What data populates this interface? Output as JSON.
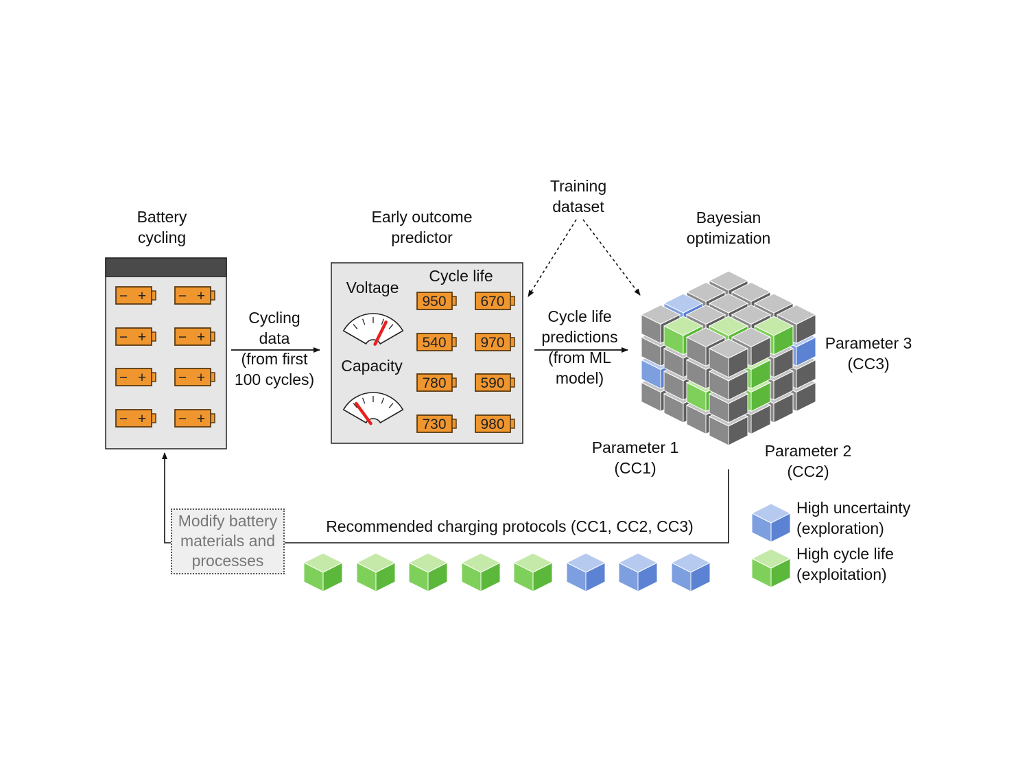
{
  "labels": {
    "battery_cycling": "Battery\ncycling",
    "early_outcome": "Early outcome\npredictor",
    "training_dataset": "Training\ndataset",
    "bayesian": "Bayesian\noptimization",
    "cycling_data": "Cycling\ndata\n(from first\n100 cycles)",
    "cycle_life_predictions": "Cycle life\npredictions\n(from ML\nmodel)",
    "voltage": "Voltage",
    "capacity": "Capacity",
    "cycle_life": "Cycle life",
    "parameter1": "Parameter 1\n(CC1)",
    "parameter2": "Parameter 2\n(CC2)",
    "parameter3": "Parameter 3\n(CC3)",
    "recommended": "Recommended charging protocols (CC1, CC2, CC3)",
    "modify": "Modify battery\nmaterials and\nprocesses"
  },
  "battery_signs": {
    "minus": "−",
    "plus": "+"
  },
  "cycle_life_values": [
    "950",
    "670",
    "540",
    "970",
    "780",
    "590",
    "730",
    "980"
  ],
  "gauges": {
    "voltage_level": 0.72,
    "capacity_level": 0.2
  },
  "protocol_cubes": [
    "green",
    "green",
    "green",
    "green",
    "green",
    "blue",
    "blue",
    "blue"
  ],
  "legend": [
    {
      "color": "blue",
      "label": "High uncertainty\n(exploration)"
    },
    {
      "color": "green",
      "label": "High cycle life\n(exploitation)"
    }
  ],
  "colors": {
    "battery_fill": "#f0962f",
    "battery_stroke": "#5a3a10",
    "panel_fill": "#e6e6e6",
    "panel_header": "#4a4a4a",
    "needle": "#e8201f",
    "green_top": "#c5e9a8",
    "green_left": "#7fd05a",
    "green_right": "#5bb83a",
    "blue_top": "#b6c9ee",
    "blue_left": "#7d9fe0",
    "blue_right": "#5b82d3",
    "gray_top": "#c4c4c4",
    "gray_left": "#8a8a8a",
    "gray_right": "#5f5f5f"
  }
}
